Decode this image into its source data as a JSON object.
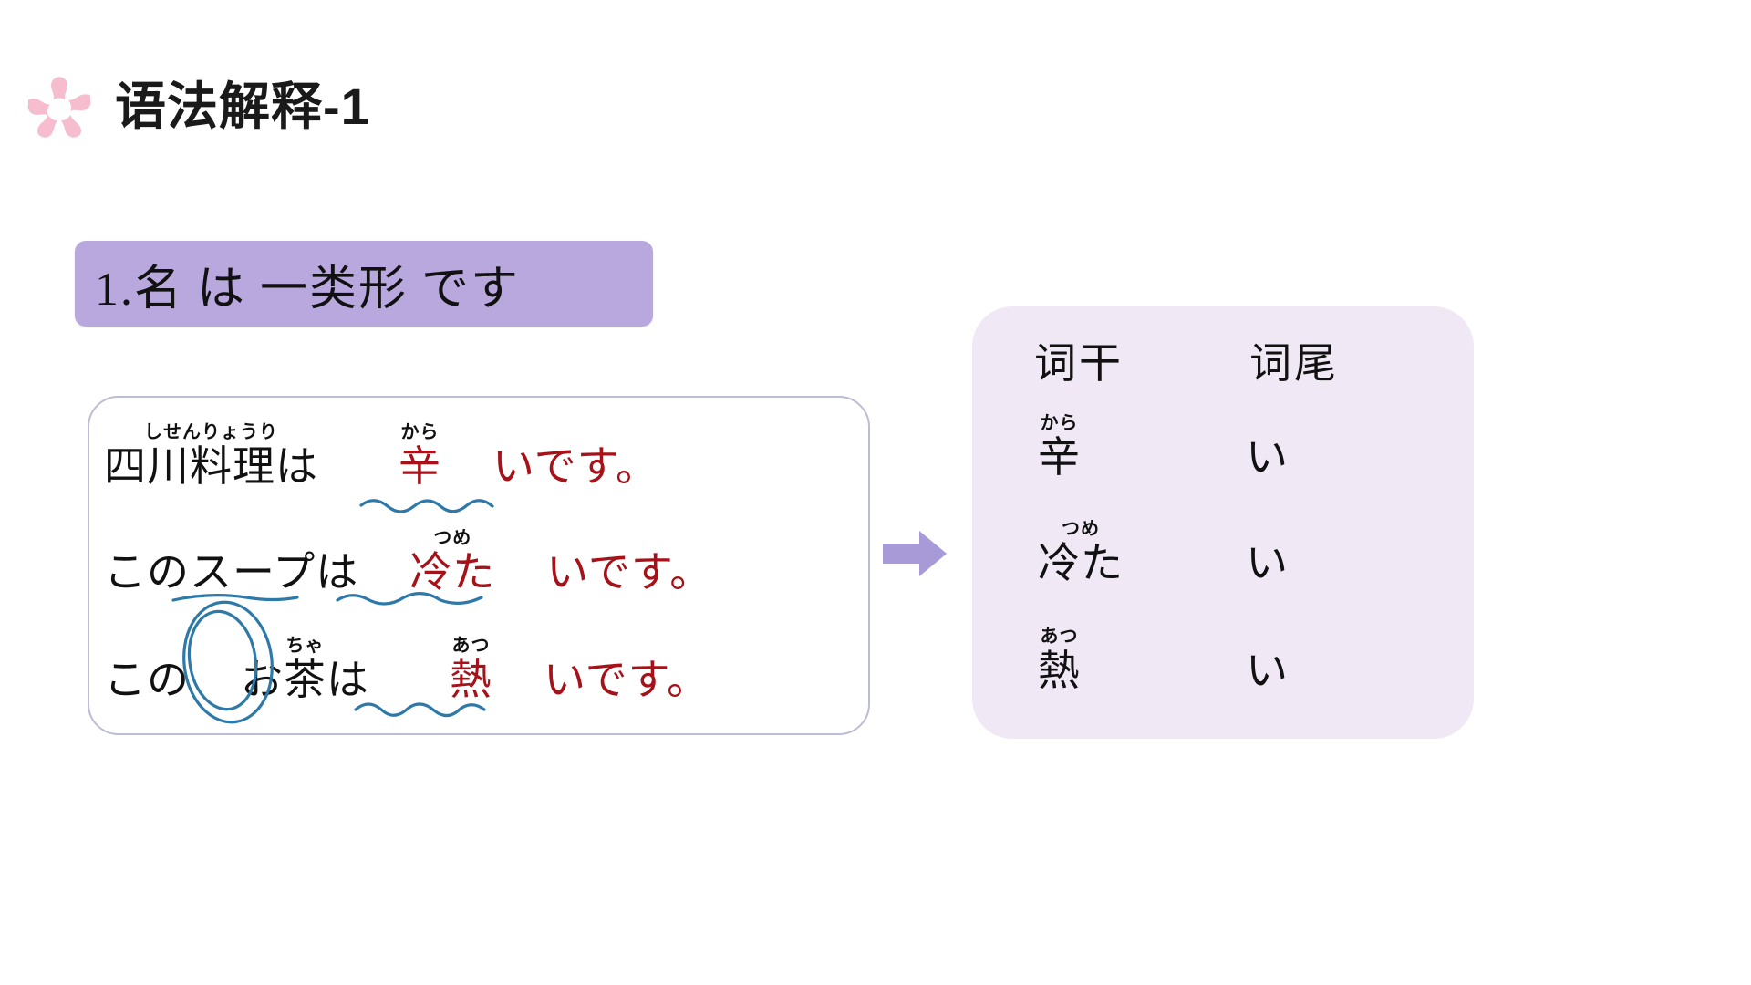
{
  "header": {
    "icon": "sakura-flower-icon",
    "title": "语法解释-1",
    "icon_color": "#f6bdce",
    "title_color": "#1a1a1a"
  },
  "grammar_pattern": {
    "label": "1.名 は 一类形 です",
    "background_color": "#b9a8de"
  },
  "examples": {
    "card_border_color": "#bcbcd2",
    "highlight_color": "#a51219",
    "ink_color": "#2e79a8",
    "lines": [
      {
        "subject": {
          "text": "四川料理は",
          "furigana": "しせんりょうり"
        },
        "predicate_stem": {
          "text": "辛",
          "furigana": "から"
        },
        "predicate_ending": "いです。",
        "underline": "wavy-under-predicate",
        "circled": false
      },
      {
        "subject": {
          "text": "このスープは",
          "furigana": ""
        },
        "predicate_stem": {
          "text": "冷た",
          "furigana": "つめ"
        },
        "predicate_ending": "いです。",
        "underline": "wavy-under-predicate-and-subject",
        "circled": false
      },
      {
        "subject_prefix": "この",
        "subject": {
          "text": "お茶は",
          "furigana": "ちゃ"
        },
        "predicate_stem": {
          "text": "熱",
          "furigana": "あつ"
        },
        "predicate_ending": "いです。",
        "underline": "wavy-under-predicate",
        "circled": true
      }
    ]
  },
  "flow": {
    "arrow": "right-arrow-icon",
    "arrow_color": "#a79ad6"
  },
  "summary": {
    "background_color": "#f0e8f5",
    "columns": [
      "词干",
      "词尾"
    ],
    "rows": [
      {
        "stem": "辛",
        "stem_furigana": "から",
        "ending": "い"
      },
      {
        "stem": "冷た",
        "stem_furigana": "つめ",
        "ending": "い"
      },
      {
        "stem": "熱",
        "stem_furigana": "あつ",
        "ending": "い"
      }
    ]
  }
}
